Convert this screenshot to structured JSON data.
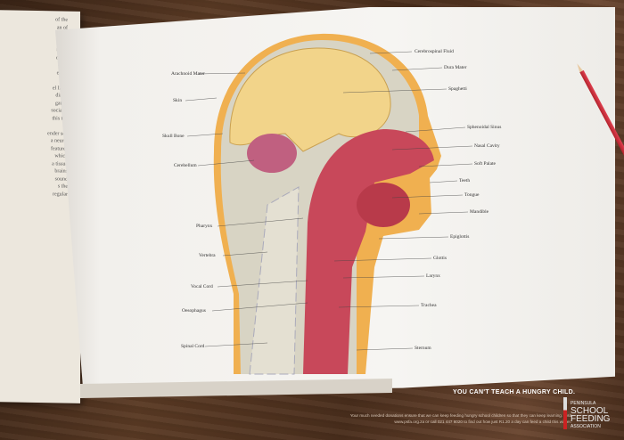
{
  "ad": {
    "headline": "YOU CAN'T TEACH A HUNGRY CHILD.",
    "body": "Your much needed donations ensure that we can keep feeding hungry school children so that they can keep learning. Visit www.psfa.org.za or call 021 447 6020 to find out how just R1.20 a day can feed a child this winter.",
    "logo": {
      "line1": "PENINSULA",
      "line2": "SCHOOL",
      "line3": "FEEDING",
      "line4": "ASSOCIATION"
    }
  },
  "labels_left": [
    "Arachnoid Mater",
    "Skin",
    "Skull Bone",
    "Cerebellum",
    "Pharynx",
    "Vertebra",
    "Vocal Cord",
    "Oesophagus",
    "Spinal Cord"
  ],
  "labels_right": [
    "Cerebrospinal Fluid",
    "Dura Mater",
    "Spaghetti",
    "Sphenoidal Sinus",
    "Nasal Cavity",
    "Soft Palate",
    "Teeth",
    "Tongue",
    "Mandible",
    "Epiglottis",
    "Glottis",
    "Larynx",
    "Trachea",
    "Sternum"
  ],
  "colors": {
    "pasta": "#f2d48a",
    "tissue": "#c8485a",
    "bone": "#d8d4c4",
    "skin": "#f0b050"
  }
}
